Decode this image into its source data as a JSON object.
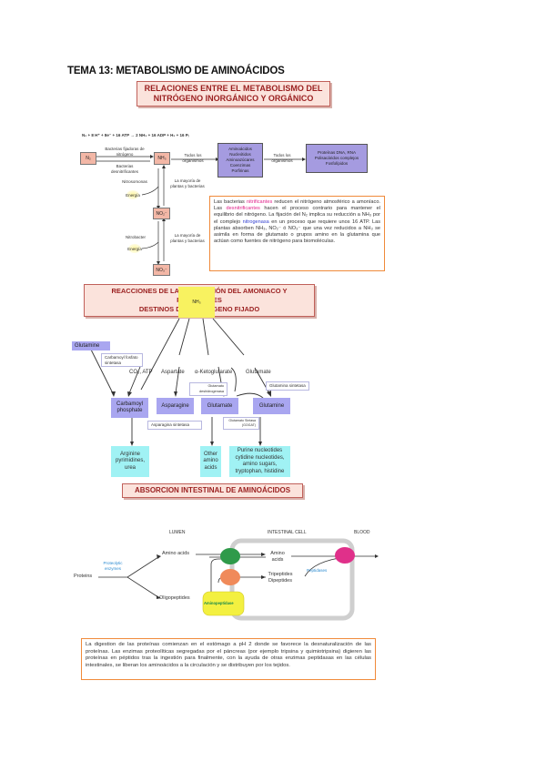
{
  "title": "TEMA 13: METABOLISMO DE AMINOÁCIDOS",
  "section1": {
    "heading_line1": "RELACIONES ENTRE EL METABOLISMO DEL",
    "heading_line2": "NITRÓGENO INORGÁNICO Y ORGÁNICO",
    "equation": "N₂ + 8 H⁺ + 8e⁻ + 16 ATP → 2 NH₃ + 16 ADP + H₂ + 16 Pᵢ",
    "nodes": {
      "n2": "N₂",
      "nh3": "NH₃",
      "no2": "NO₂⁻",
      "no3": "NO₃⁻",
      "biomolecules": [
        "Aminoácidos",
        "Nucleótidos",
        "Aminoazúcares",
        "Coenzimas",
        "Porfirinas"
      ],
      "macromolecules": [
        "Proteínas DNA, RNA",
        "Polisacáridos complejos",
        "Fosfolípidos"
      ]
    },
    "labels": {
      "fixing_bacteria": "Bacterias fijadoras de nitrógeno",
      "denitrifying_bacteria": "Bacterias desnitrificantes",
      "all_organisms_1": "Todos los organismos",
      "all_organisms_2": "Todos los organismos",
      "nitrosomonas": "Nitrosomonas",
      "energy_1": "Energía",
      "most_plants": "La mayoría de plantas y bacterias",
      "nitrobacter": "Nitrobacter",
      "energy_2": "Energía",
      "plants_bacteria": "La mayoría de plantas y bacterias"
    },
    "note": {
      "p1": "Las bacterias ",
      "fix": "nitrificantes",
      "p2": " reducen el nitrógeno atmosférico a amoníaco. Las ",
      "denit": "desnitrificantes",
      "p3": " hacen el proceso contrario para mantener el equilibrio del nitrógeno. La fijación del N₂ implica su reducción a NH₃ por el complejo ",
      "nitro": "nitrogenasa",
      "p4": " en un proceso que requiere unos 16 ATP. Las plantas absorben NH₃, NO₂⁻ ó NO₃⁻ que una vez reducidos a NH₃ se asimila en forma de glutamato o grupos amino en la glutamina que actúan como fuentes de nitrógeno para biomoléculas."
    }
  },
  "section2": {
    "heading_line1": "REACCIONES DE LA ASIMILACIÓN DEL AMONIACO Y PRINCIPALES",
    "heading_line2": "DESTINOS DEL NITROGENO FIJADO",
    "nh3": "NH₃",
    "glutamine_left": "Glutamine",
    "carbamoyl_synthetase": "Carbamoyl fosfato sintetasa",
    "co2_atp": "CO₂, ATP",
    "aspartate": "Aspartate",
    "ketoglutarate": "α-Ketoglutarate",
    "glutamate_label": "Glutamate",
    "glutamate_dehydrogenase": "Glutamato deshidrogenasa",
    "glutamine_synthetase": "Glutamina sintetasa",
    "carbamoyl_phosphate": "Carbamoyl phosphate",
    "asparagine": "Asparagine",
    "glutamate": "Glutamate",
    "glutamine": "Glutamine",
    "asparagine_synthetase": "Asparagina sintetasa",
    "glutamate_synthase": "Glutamato Sintasa (GOGAT)",
    "dest_arginine": "Arginine pyrimidines, urea",
    "dest_other": "Other amino acids",
    "dest_purine": "Purine nucleotides cytidine nucleotides, amino sugars, tryptophan, histidine"
  },
  "section3": {
    "heading": "ABSORCION INTESTINAL DE AMINOÁCIDOS",
    "lumen": "LUMEN",
    "intestinal_cell": "INTESTINAL CELL",
    "blood": "BLOOD",
    "proteins": "Proteins",
    "proteolytic_enzymes": "Proteolytic enzymes",
    "amino_acids_lumen": "Amino acids",
    "oligopeptides": "Oligopeptides",
    "aminopeptidase": "Aminopeptidase",
    "amino_acids_cell": "Amino acids",
    "tripeptides": "Tripeptides Dipeptides",
    "peptidases": "Peptidases",
    "note": "La digestion de las proteínas comienzan en el estómago a pH 2 donde se favorece la desnaturalización de las proteínas. Las enzimas proteolíticas segregadas por el páncreas (por ejemplo tripsina y quimiotripsina) digieren las proteínas en péptidos tras la ingestión para finalmente, con la ayuda de otras enzimas peptidasas en las células intestinales, se liberan los aminoácidos a la circulación y se distribuyen por los tejidos."
  },
  "colors": {
    "heading_red": "#9a1f1f",
    "heading_bg": "#fbe3dc",
    "note_border": "#f08a3a",
    "purple_box": "#a59be0",
    "lavender_box": "#a9a6f0",
    "cyan_box": "#a0f2f4",
    "nh3_yellow": "#f8f260",
    "magenta": "#e0208a"
  }
}
